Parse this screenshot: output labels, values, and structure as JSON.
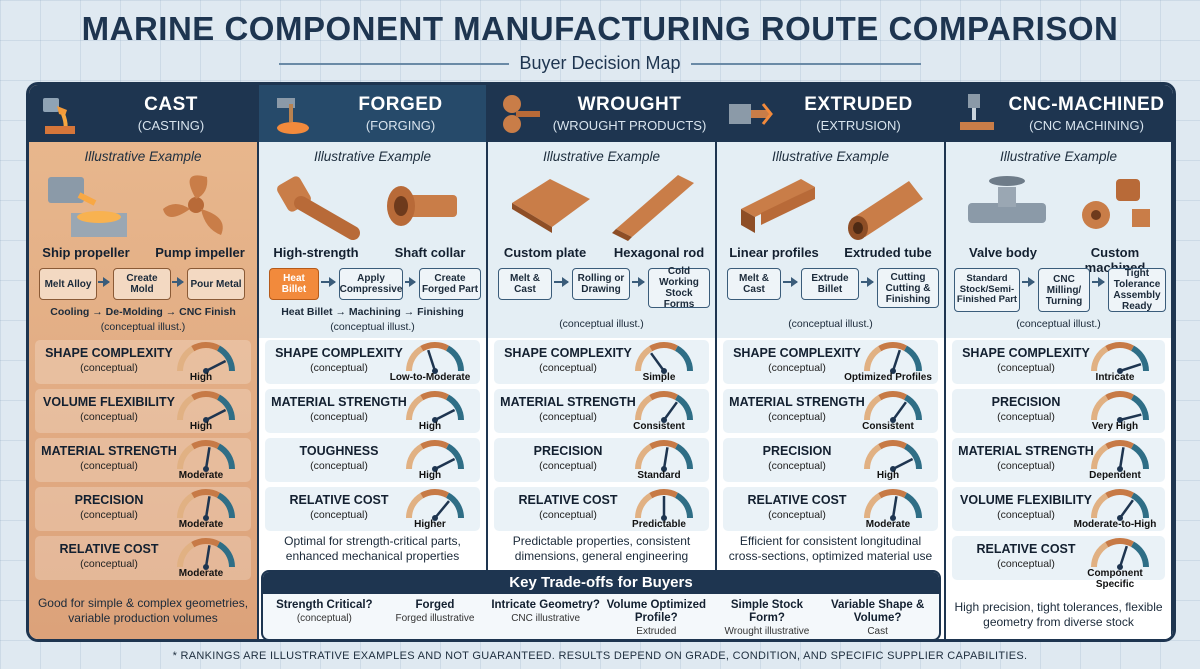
{
  "title": "MARINE COMPONENT MANUFACTURING ROUTE COMPARISON",
  "subtitle": "Buyer Decision Map",
  "example_label": "Illustrative Example",
  "metric_note": "(conceptual)",
  "columns": [
    {
      "title": "CAST",
      "sub": "(CASTING)",
      "ex1": "Ship propeller",
      "ex2": "Pump impeller",
      "steps": [
        "Melt Alloy",
        "Create Mold",
        "Pour Metal"
      ],
      "flow_sub": "Cooling → De-Molding → CNC Finish",
      "flow_note": "(conceptual illust.)",
      "metrics": [
        {
          "label": "SHAPE COMPLEXITY",
          "value": "High",
          "level": 0.85
        },
        {
          "label": "VOLUME FLEXIBILITY",
          "value": "High",
          "level": 0.85
        },
        {
          "label": "MATERIAL STRENGTH",
          "value": "Moderate",
          "level": 0.55
        },
        {
          "label": "PRECISION",
          "value": "Moderate",
          "level": 0.55
        },
        {
          "label": "RELATIVE COST",
          "value": "Moderate",
          "level": 0.55
        }
      ],
      "desc": "Good for simple & complex geometries, variable production volumes"
    },
    {
      "title": "FORGED",
      "sub": "(FORGING)",
      "ex1": "High-strength",
      "ex2": "Shaft collar",
      "steps": [
        "Heat Billet",
        "Apply Compressive",
        "Create Forged Part"
      ],
      "flow_sub": "Heat Billet → Machining → Finishing",
      "flow_note": "(conceptual illust.)",
      "metrics": [
        {
          "label": "SHAPE COMPLEXITY",
          "value": "Low-to-Moderate",
          "level": 0.4
        },
        {
          "label": "MATERIAL STRENGTH",
          "value": "High",
          "level": 0.85
        },
        {
          "label": "TOUGHNESS",
          "value": "High",
          "level": 0.85
        },
        {
          "label": "RELATIVE COST",
          "value": "Higher",
          "level": 0.72
        }
      ],
      "desc": "Optimal for strength-critical parts, enhanced mechanical properties"
    },
    {
      "title": "WROUGHT",
      "sub": "(WROUGHT PRODUCTS)",
      "ex1": "Custom plate",
      "ex2": "Hexagonal rod",
      "steps": [
        "Melt & Cast",
        "Rolling or Drawing",
        "Cold Working Stock Forms"
      ],
      "flow_sub": "",
      "flow_note": "(conceptual illust.)",
      "metrics": [
        {
          "label": "SHAPE COMPLEXITY",
          "value": "Simple",
          "level": 0.3
        },
        {
          "label": "MATERIAL STRENGTH",
          "value": "Consistent",
          "level": 0.7
        },
        {
          "label": "PRECISION",
          "value": "Standard",
          "level": 0.55
        },
        {
          "label": "RELATIVE COST",
          "value": "Predictable",
          "level": 0.5
        }
      ],
      "desc": "Predictable properties, consistent dimensions, general engineering"
    },
    {
      "title": "EXTRUDED",
      "sub": "(EXTRUSION)",
      "ex1": "Linear profiles",
      "ex2": "Extruded tube",
      "steps": [
        "Melt & Cast",
        "Extrude Billet",
        "Cutting Cutting & Finishing"
      ],
      "flow_sub": "",
      "flow_note": "(conceptual illust.)",
      "metrics": [
        {
          "label": "SHAPE COMPLEXITY",
          "value": "Optimized Profiles",
          "level": 0.6
        },
        {
          "label": "MATERIAL STRENGTH",
          "value": "Consistent",
          "level": 0.7
        },
        {
          "label": "PRECISION",
          "value": "High",
          "level": 0.85
        },
        {
          "label": "RELATIVE COST",
          "value": "Moderate",
          "level": 0.55
        }
      ],
      "desc": "Efficient for consistent longitudinal cross-sections, optimized material use"
    },
    {
      "title": "CNC-MACHINED",
      "sub": "(CNC MACHINING)",
      "ex1": "Valve body",
      "ex2": "Custom machined",
      "steps": [
        "Standard Stock/Semi-Finished Part",
        "CNC Milling/ Turning",
        "Tight Tolerance Assembly Ready"
      ],
      "flow_sub": "",
      "flow_note": "(conceptual illust.)",
      "metrics": [
        {
          "label": "SHAPE COMPLEXITY",
          "value": "Intricate",
          "level": 0.9
        },
        {
          "label": "PRECISION",
          "value": "Very High",
          "level": 0.92
        },
        {
          "label": "MATERIAL STRENGTH",
          "value": "Dependent",
          "level": 0.55
        },
        {
          "label": "VOLUME FLEXIBILITY",
          "value": "Moderate-to-High",
          "level": 0.7
        },
        {
          "label": "RELATIVE COST",
          "value": "Component Specific",
          "level": 0.6
        }
      ],
      "desc": "High precision, tight tolerances, flexible geometry from diverse stock"
    }
  ],
  "tradeoffs": {
    "title": "Key Trade-offs for Buyers",
    "items": [
      {
        "q": "Strength Critical?",
        "a": "(conceptual)"
      },
      {
        "q": "Forged",
        "a": "Forged illustrative"
      },
      {
        "q": "Intricate Geometry?",
        "a": "CNC illustrative"
      },
      {
        "q": "Volume Optimized Profile?",
        "a": "Extruded"
      },
      {
        "q": "Simple Stock Form?",
        "a": "Wrought illustrative"
      },
      {
        "q": "Variable Shape & Volume?",
        "a": "Cast"
      }
    ]
  },
  "footnote": "* RANKINGS ARE ILLUSTRATIVE EXAMPLES AND NOT GUARANTEED. RESULTS DEPEND ON GRADE, CONDITION, AND SPECIFIC SUPPLIER CAPABILITIES.",
  "colors": {
    "navy": "#1e3550",
    "copper": "#c77a46",
    "gauge_teal": "#2f6e86"
  }
}
